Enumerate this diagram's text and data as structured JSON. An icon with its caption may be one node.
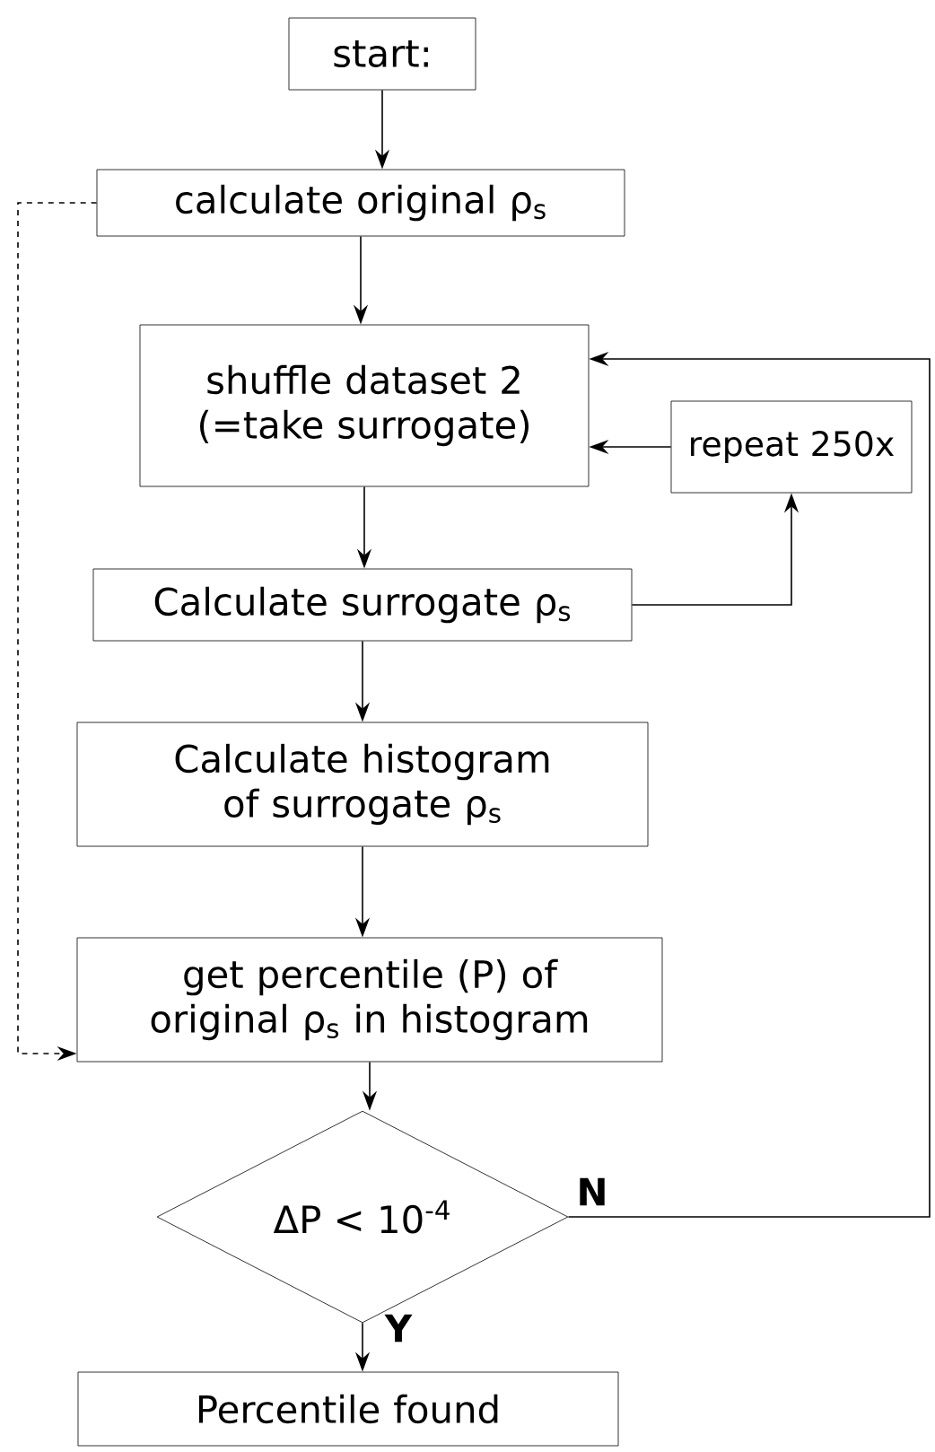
{
  "diagram": {
    "nodes": [
      {
        "text": [
          "start:"
        ]
      },
      {
        "text": [
          "calculate original ρ$_{s}$"
        ]
      },
      {
        "text": [
          "shuffle dataset 2 (=take surrogate)"
        ]
      },
      {
        "text": [
          "repeat 250x"
        ]
      },
      {
        "text": [
          "Calculate surrogate ρ$_{s}$"
        ]
      },
      {
        "text": [
          "Calculate histogram of surrogate ρ$_{s}$"
        ]
      },
      {
        "text": [
          "get percentile (P) of original ρ$_{s}$ in histogram"
        ]
      },
      {
        "text": [
          "ΔP < 10$^{-4}$"
        ]
      },
      {
        "text": [
          "Percentile found"
        ]
      }
    ],
    "edges": [
      {
        "from": 0,
        "to": 1,
        "arrow": "to"
      },
      {
        "from": 1,
        "to": 2,
        "arrow": "to"
      },
      {
        "from": 2,
        "to": 4,
        "arrow": "to"
      },
      {
        "from": 4,
        "to": 3,
        "arrow": "to"
      },
      {
        "from": 3,
        "to": 2,
        "arrow": "to"
      },
      {
        "from": 4,
        "to": 5,
        "arrow": "to"
      },
      {
        "from": 5,
        "to": 6,
        "arrow": "to"
      },
      {
        "from": 1,
        "to": 6,
        "arrow": "to",
        "style": "dashed"
      },
      {
        "from": 6,
        "to": 7,
        "arrow": "to"
      },
      {
        "from": 7,
        "to": 8,
        "arrow": "to",
        "label": "Y"
      },
      {
        "from": 7,
        "to": 2,
        "arrow": "to",
        "label": "N"
      }
    ]
  }
}
